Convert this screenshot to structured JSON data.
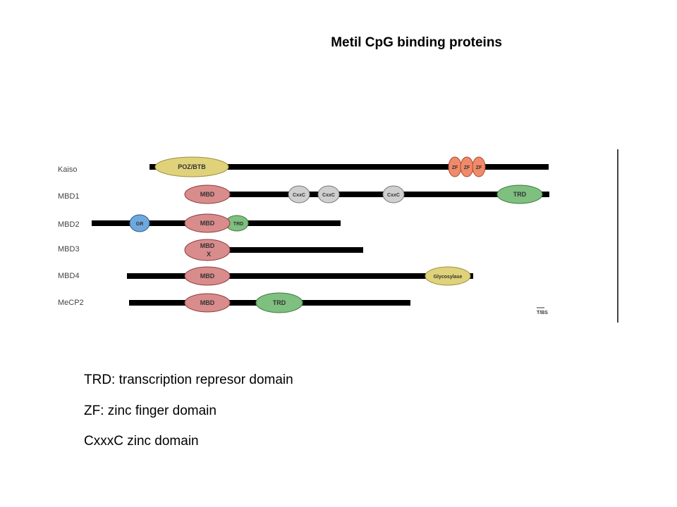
{
  "title": "Metil CpG binding proteins",
  "proteins": [
    {
      "label": "Kaiso",
      "domains": [
        "POZ/BTB",
        "ZF",
        "ZF",
        "ZF"
      ]
    },
    {
      "label": "MBD1",
      "domains": [
        "MBD",
        "CxxC",
        "CxxC",
        "CxxC",
        "TRD"
      ]
    },
    {
      "label": "MBD2",
      "domains": [
        "GR",
        "MBD",
        "TRD"
      ]
    },
    {
      "label": "MBD3",
      "domains": [
        "MBD",
        "X"
      ]
    },
    {
      "label": "MBD4",
      "domains": [
        "MBD",
        "Glycosylase"
      ]
    },
    {
      "label": "MeCP2",
      "domains": [
        "MBD",
        "TRD"
      ]
    }
  ],
  "source_mark": "T/BS",
  "legend": {
    "trd": "TRD: transcription represor domain",
    "zf": "ZF: zinc finger domain",
    "cxxc": "CxxxC  zinc domain"
  },
  "colors": {
    "mbd": "#d98c8c",
    "trd": "#7fbf7f",
    "cxxc": "#cfcfcf",
    "zf": "#f08a6a",
    "poz": "#e0d27a",
    "glycosylase": "#e0d27a",
    "gr": "#6fa8dc"
  }
}
